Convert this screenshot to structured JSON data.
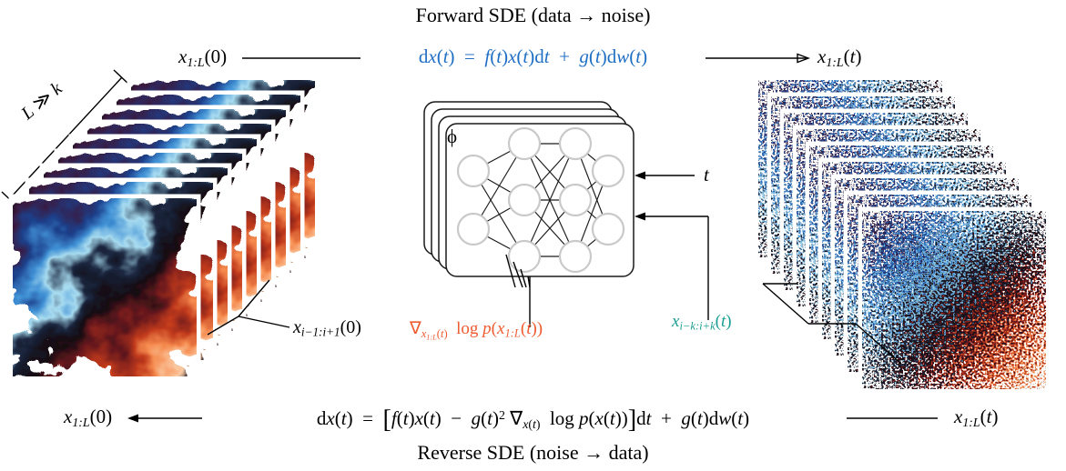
{
  "figure": {
    "title_top": "Forward SDE (data → noise)",
    "title_bottom": "Reverse SDE (noise → data)",
    "forward_equation": "dx(t) = f(t)x(t)dt + g(t)dw(t)",
    "reverse_equation": "dx(t) = [f(t)x(t) − g(t)² ∇x(t) log p(x(t))]dt + g(t)dw(t)",
    "colors": {
      "forward_blue": "#1f6fc4",
      "score_orange": "#ef5b30",
      "window_teal": "#1b9e93",
      "node_gray": "#c9c9c9",
      "ink": "#1a1a1a"
    }
  },
  "labels": {
    "x_left_top": "x1:L(0)",
    "x_right_top": "x1:L(t)",
    "x_left_bottom": "x1:L(0)",
    "x_right_bottom": "x1:L(t)",
    "data_window": "xi−1:i+1(0)",
    "score_output": "∇x1:L(t) log p(x1:L(t))",
    "noise_window": "xi−k:i+k(t)",
    "time_input": "t",
    "network_params": "ϕ",
    "sequence_length": "L ≫ k"
  },
  "equation_parts": {
    "forward": {
      "lhs": "dx(t)",
      "eq": "=",
      "drift": "f(t)x(t)dt",
      "plus": "+",
      "diffusion": "g(t)dw(t)"
    },
    "reverse": {
      "lhs": "dx(t)",
      "eq": "=",
      "bracket_open": "[",
      "drift": "f(t)x(t)",
      "minus": "−",
      "g_squared": "g(t)",
      "g_exp": "2",
      "score": "∇x(t) log p(x(t))",
      "bracket_close": "]",
      "dt": "dt",
      "plus": "+",
      "diffusion": "g(t)dw(t)"
    }
  },
  "panels": {
    "left_stack": {
      "name": "data-trajectory-stack",
      "card_count": 9,
      "content": "turbulence-field"
    },
    "right_stack": {
      "name": "noise-trajectory-stack",
      "card_count": 9,
      "content": "gaussian-noise-field"
    },
    "network": {
      "name": "score-network",
      "card_count": 4,
      "layer_sizes": [
        2,
        3,
        3,
        2
      ]
    }
  }
}
